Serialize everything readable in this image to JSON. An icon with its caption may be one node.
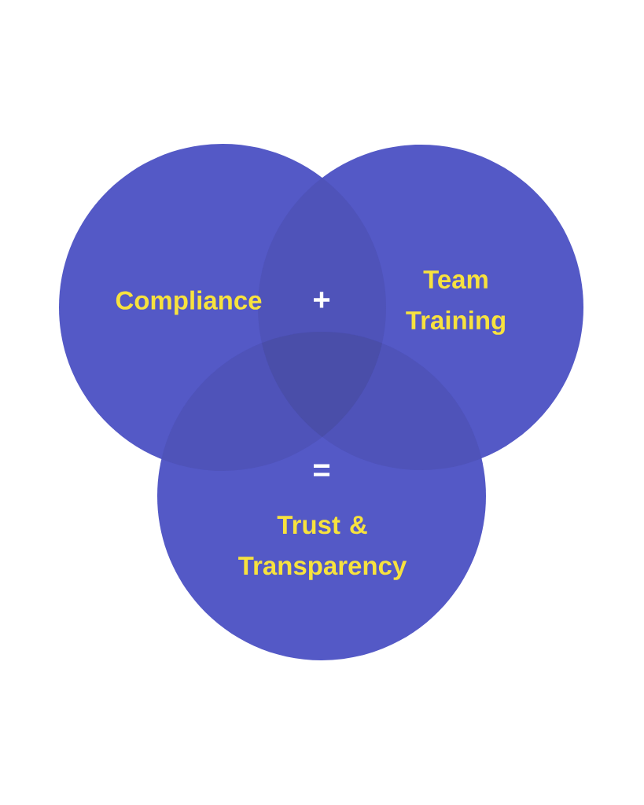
{
  "diagram": {
    "nodes": [
      {
        "text": [
          "Compliance"
        ]
      },
      {
        "text": [
          "Team Training"
        ]
      },
      {
        "text": [
          "Trust & Transparency"
        ]
      }
    ],
    "labels": [
      "+",
      "="
    ]
  }
}
